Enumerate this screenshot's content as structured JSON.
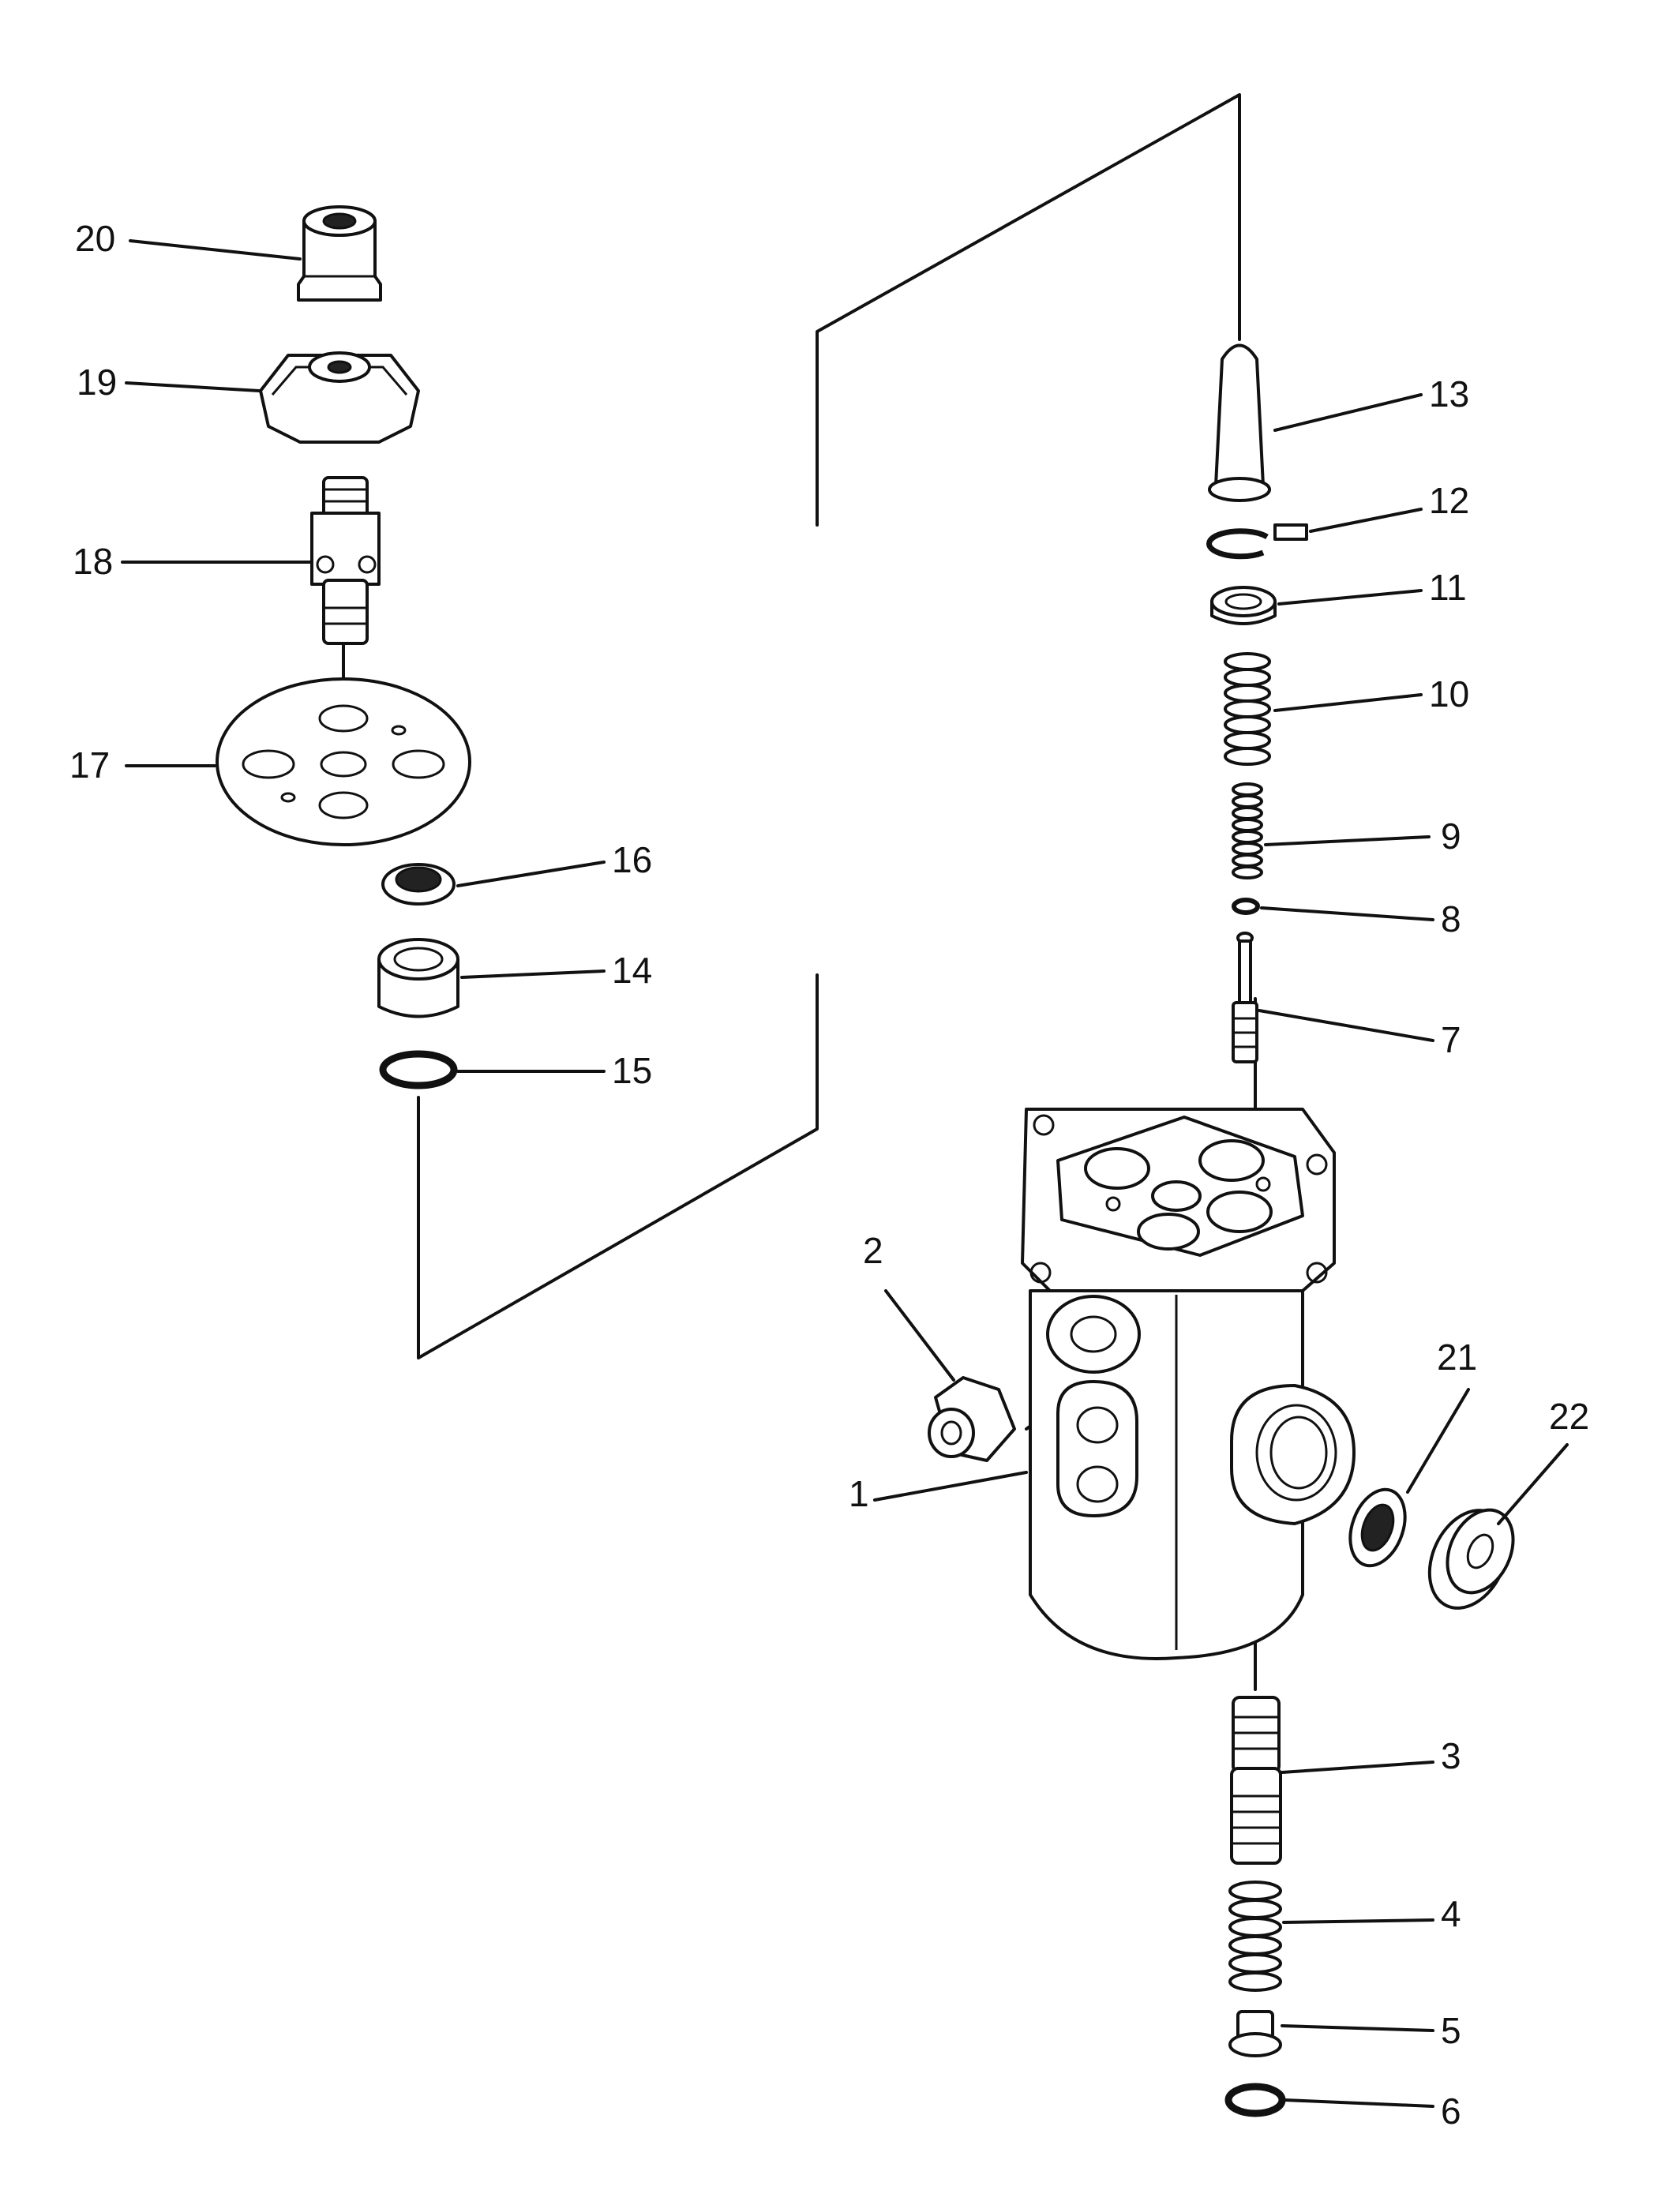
{
  "parts": [
    {
      "id": "1",
      "label": "1"
    },
    {
      "id": "2",
      "label": "2"
    },
    {
      "id": "3",
      "label": "3"
    },
    {
      "id": "4",
      "label": "4"
    },
    {
      "id": "5",
      "label": "5"
    },
    {
      "id": "6",
      "label": "6"
    },
    {
      "id": "7",
      "label": "7"
    },
    {
      "id": "8",
      "label": "8"
    },
    {
      "id": "9",
      "label": "9"
    },
    {
      "id": "10",
      "label": "10"
    },
    {
      "id": "11",
      "label": "11"
    },
    {
      "id": "12",
      "label": "12"
    },
    {
      "id": "13",
      "label": "13"
    },
    {
      "id": "14",
      "label": "14"
    },
    {
      "id": "15",
      "label": "15"
    },
    {
      "id": "16",
      "label": "16"
    },
    {
      "id": "17",
      "label": "17"
    },
    {
      "id": "18",
      "label": "18"
    },
    {
      "id": "19",
      "label": "19"
    },
    {
      "id": "20",
      "label": "20"
    },
    {
      "id": "21",
      "label": "21"
    },
    {
      "id": "22",
      "label": "22"
    }
  ]
}
